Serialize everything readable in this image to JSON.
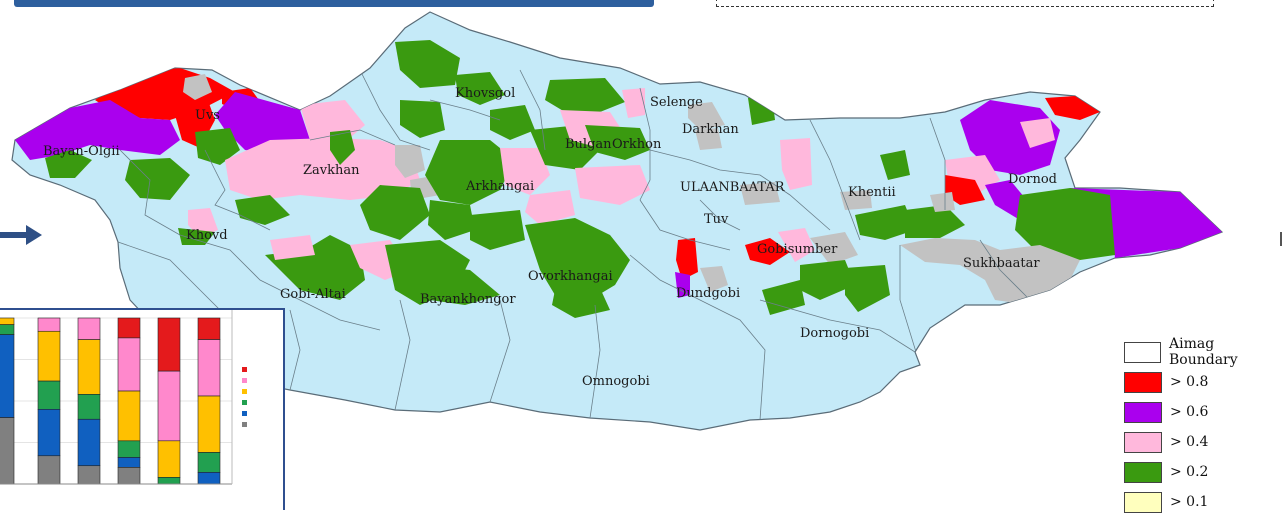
{
  "map": {
    "labels": {
      "uvs": "Uvs",
      "bayan_olgii": "Bayan-Olgii",
      "khovsgol": "Khovsgol",
      "zavkhan": "Zavkhan",
      "arkhangai": "Arkhangai",
      "bulgan": "Bulgan",
      "orkhon": "Orkhon",
      "selenge": "Selenge",
      "darkhan": "Darkhan",
      "ulaanbaatar": "ULAANBAATAR",
      "tuv": "Tuv",
      "khentii": "Khentii",
      "dornod": "Dornod",
      "khovd": "Khovd",
      "gobi_altai": "Gobi-Altai",
      "bayankhongor": "Bayankhongor",
      "ovorkhangai": "Ovorkhangai",
      "dundgobi": "Dundgobi",
      "gobisumber": "Gobisumber",
      "sukhbaatar": "Sukhbaatar",
      "dornogobi": "Dornogobi",
      "omnogobi": "Omnogobi"
    },
    "colors": {
      "base": "#c5eaf8",
      "border": "#6a7f8a",
      "gray": "#c2c2c2"
    }
  },
  "legend": {
    "items": [
      {
        "label": "Aimag Boundary",
        "color": "#ffffff"
      },
      {
        "label": "> 0.8",
        "color": "#ff0000"
      },
      {
        "label": "> 0.6",
        "color": "#aa00ee"
      },
      {
        "label": "> 0.4",
        "color": "#ffb8dc"
      },
      {
        "label": "> 0.2",
        "color": "#3a9a10"
      },
      {
        "label": "> 0.1",
        "color": "#ffffbe"
      }
    ]
  },
  "inset_chart": {
    "type": "bar",
    "colors": [
      "#e41a1c",
      "#ff88cc",
      "#ffc000",
      "#22a050",
      "#1060c0",
      "#808080"
    ],
    "stacks": [
      [
        0,
        0,
        0.04,
        0.06,
        0.5,
        0.4
      ],
      [
        0,
        0.08,
        0.3,
        0.17,
        0.28,
        0.17
      ],
      [
        0,
        0.13,
        0.33,
        0.15,
        0.28,
        0.11
      ],
      [
        0.12,
        0.32,
        0.3,
        0.1,
        0.06,
        0.1
      ],
      [
        0.32,
        0.42,
        0.22,
        0.04,
        0,
        0
      ],
      [
        0.13,
        0.34,
        0.34,
        0.12,
        0.07,
        0
      ]
    ]
  }
}
